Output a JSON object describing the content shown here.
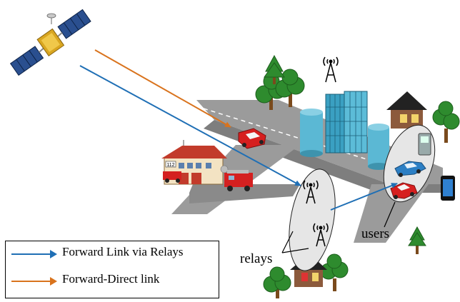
{
  "labels": {
    "relays": "relays",
    "users": "users"
  },
  "legend": {
    "items": [
      {
        "text": "Forward Link via Relays",
        "color": "#1f6fb5"
      },
      {
        "text": "Forward-Direct link",
        "color": "#d9731d"
      }
    ]
  },
  "building_sign": "112",
  "colors": {
    "relay_link": "#1f6fb5",
    "direct_link": "#d9731d",
    "road": "#9a9a9a",
    "lane": "#ffffff"
  }
}
